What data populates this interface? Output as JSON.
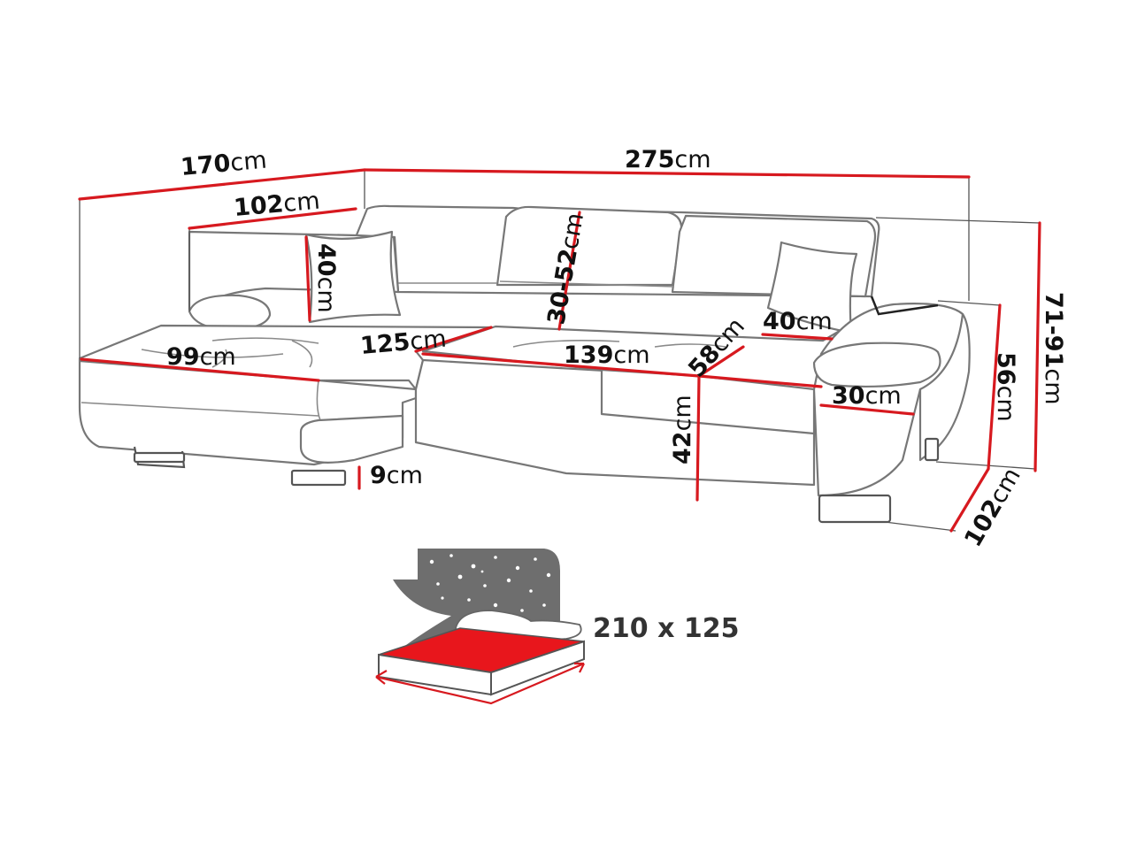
{
  "colors": {
    "dimension_line": "#d7191f",
    "outline": "#777777",
    "text": "#111111",
    "bed_surface": "#e8161c",
    "night_sky": "#6e6e6e"
  },
  "dimensions": {
    "total_depth_left": {
      "value": "170",
      "unit": "cm"
    },
    "total_width": {
      "value": "275",
      "unit": "cm"
    },
    "chaise_inner": {
      "value": "102",
      "unit": "cm"
    },
    "cushion_left": {
      "value": "40",
      "unit": "cm"
    },
    "backrest_height": {
      "value": "30-52",
      "unit": "cm"
    },
    "cushion_right": {
      "value": "40",
      "unit": "cm"
    },
    "chaise_width": {
      "value": "99",
      "unit": "cm"
    },
    "chaise_seat": {
      "value": "125",
      "unit": "cm"
    },
    "main_seat": {
      "value": "139",
      "unit": "cm"
    },
    "seat_depth": {
      "value": "58",
      "unit": "cm"
    },
    "seat_height": {
      "value": "42",
      "unit": "cm"
    },
    "armrest_width": {
      "value": "30",
      "unit": "cm"
    },
    "leg_height": {
      "value": "9",
      "unit": "cm"
    },
    "armrest_height": {
      "value": "56",
      "unit": "cm"
    },
    "total_height": {
      "value": "71-91",
      "unit": "cm"
    },
    "depth_right": {
      "value": "102",
      "unit": "cm"
    }
  },
  "bed": {
    "size_label": "210 x 125"
  }
}
